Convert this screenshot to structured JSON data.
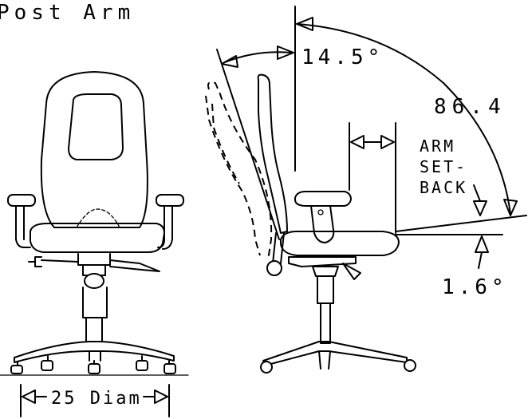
{
  "labels": {
    "title": "Post Arm",
    "angle_back": "14.5°",
    "angle_recline": "86.4",
    "arm_setback_line1": "ARM",
    "arm_setback_line2": "SET-",
    "arm_setback_line3": "BACK",
    "angle_seat": "1.6°",
    "base_diameter": "25 Diam"
  }
}
